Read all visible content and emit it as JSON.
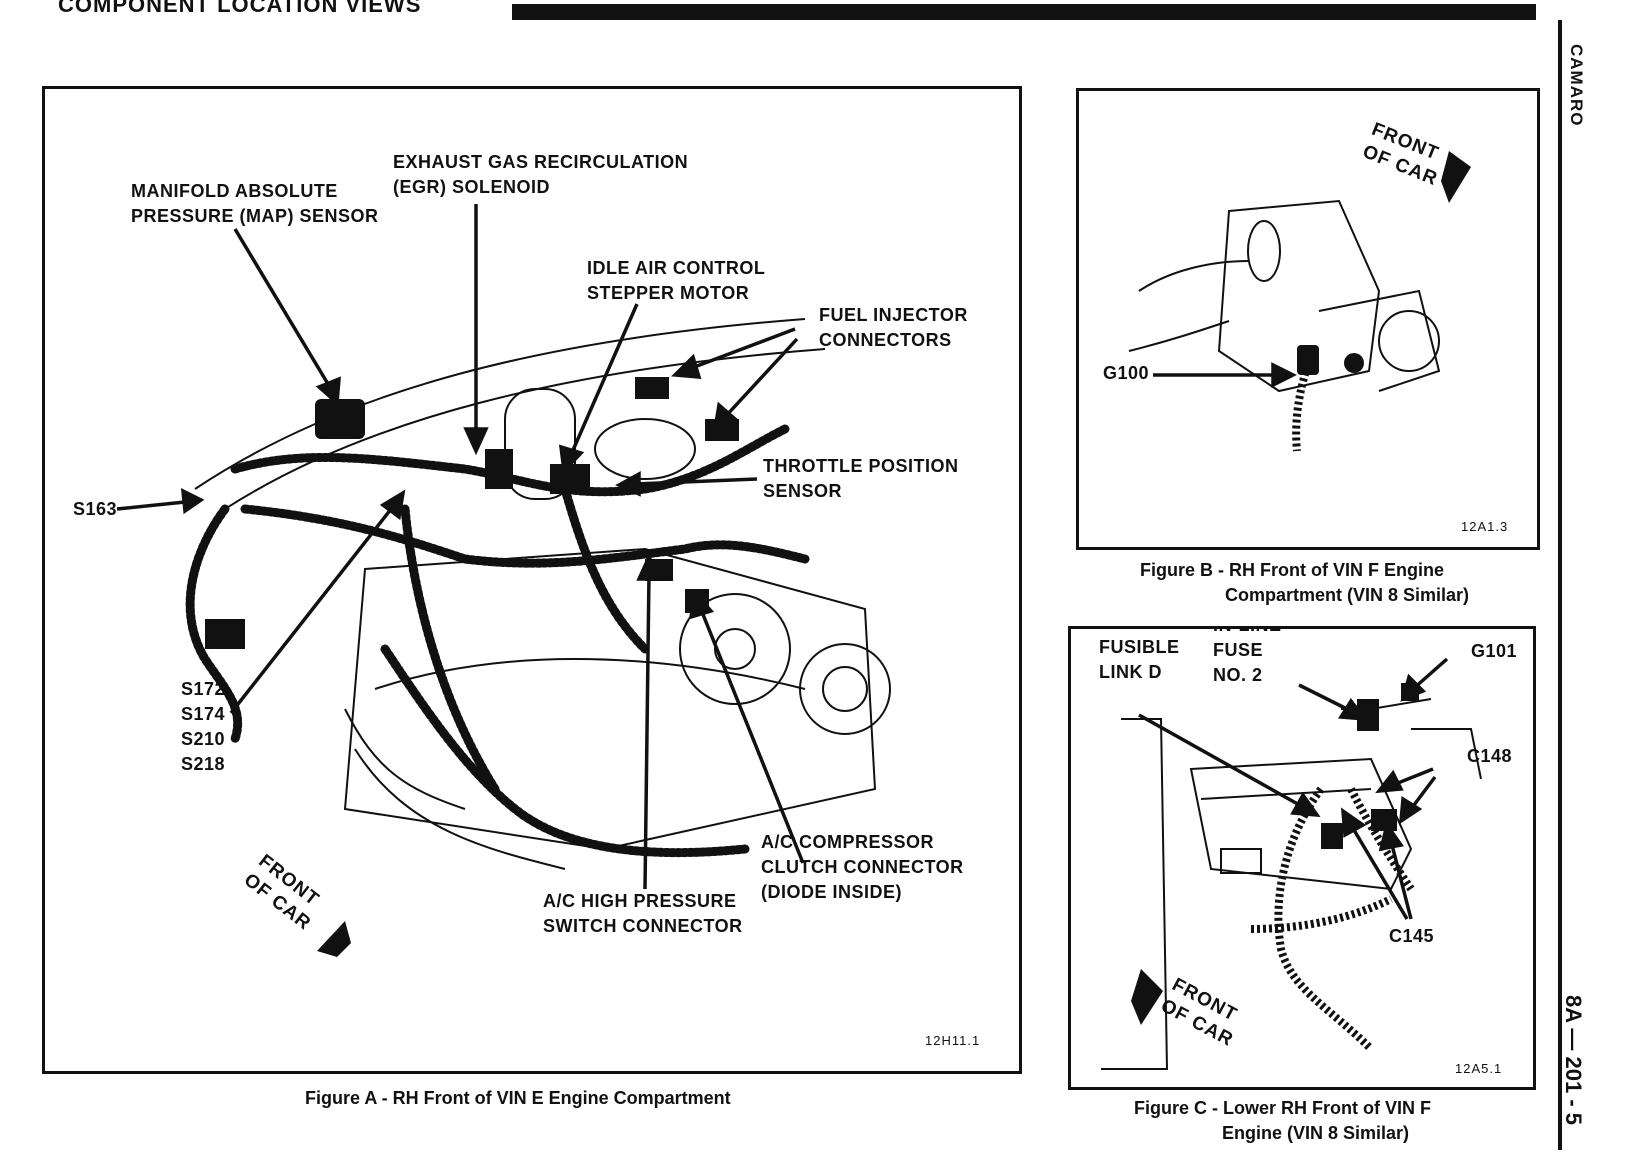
{
  "header": {
    "title": "COMPONENT LOCATION VIEWS"
  },
  "side": {
    "model": "CAMARO",
    "page_number": "8A — 201 - 5"
  },
  "figure_a": {
    "caption": "Figure A - RH Front of VIN E Engine Compartment",
    "code": "12H11.1",
    "front_label": [
      "FRONT",
      "OF CAR"
    ],
    "labels": {
      "map_sensor": [
        "MANIFOLD ABSOLUTE",
        "PRESSURE (MAP) SENSOR"
      ],
      "egr_solenoid": [
        "EXHAUST  GAS RECIRCULATION",
        "(EGR) SOLENOID"
      ],
      "iac_motor": [
        "IDLE AIR CONTROL",
        "STEPPER MOTOR"
      ],
      "fuel_injector": [
        "FUEL INJECTOR",
        "CONNECTORS"
      ],
      "throttle_sensor": [
        "THROTTLE POSITION",
        "SENSOR"
      ],
      "s163": "S163",
      "splices": [
        "S172",
        "S174",
        "S210",
        "S218"
      ],
      "ac_compressor": [
        "A/C COMPRESSOR",
        "CLUTCH CONNECTOR",
        "(DIODE INSIDE)"
      ],
      "ac_high_pressure": [
        "A/C HIGH PRESSURE",
        "SWITCH CONNECTOR"
      ]
    }
  },
  "figure_b": {
    "caption": [
      "Figure B - RH Front of VIN F Engine",
      "Compartment (VIN 8 Similar)"
    ],
    "code": "12A1.3",
    "front_label": [
      "FRONT",
      "OF CAR"
    ],
    "labels": {
      "g100": "G100"
    }
  },
  "figure_c": {
    "caption": [
      "Figure C - Lower RH Front of VIN F",
      "Engine (VIN 8 Similar)"
    ],
    "code": "12A5.1",
    "front_label": [
      "FRONT",
      "OF CAR"
    ],
    "labels": {
      "fusible_link": [
        "FUSIBLE",
        "LINK D"
      ],
      "inline_fuse": [
        "IN-LINE",
        "FUSE",
        "NO. 2"
      ],
      "g101": "G101",
      "c148": "C148",
      "c145": "C145"
    }
  }
}
